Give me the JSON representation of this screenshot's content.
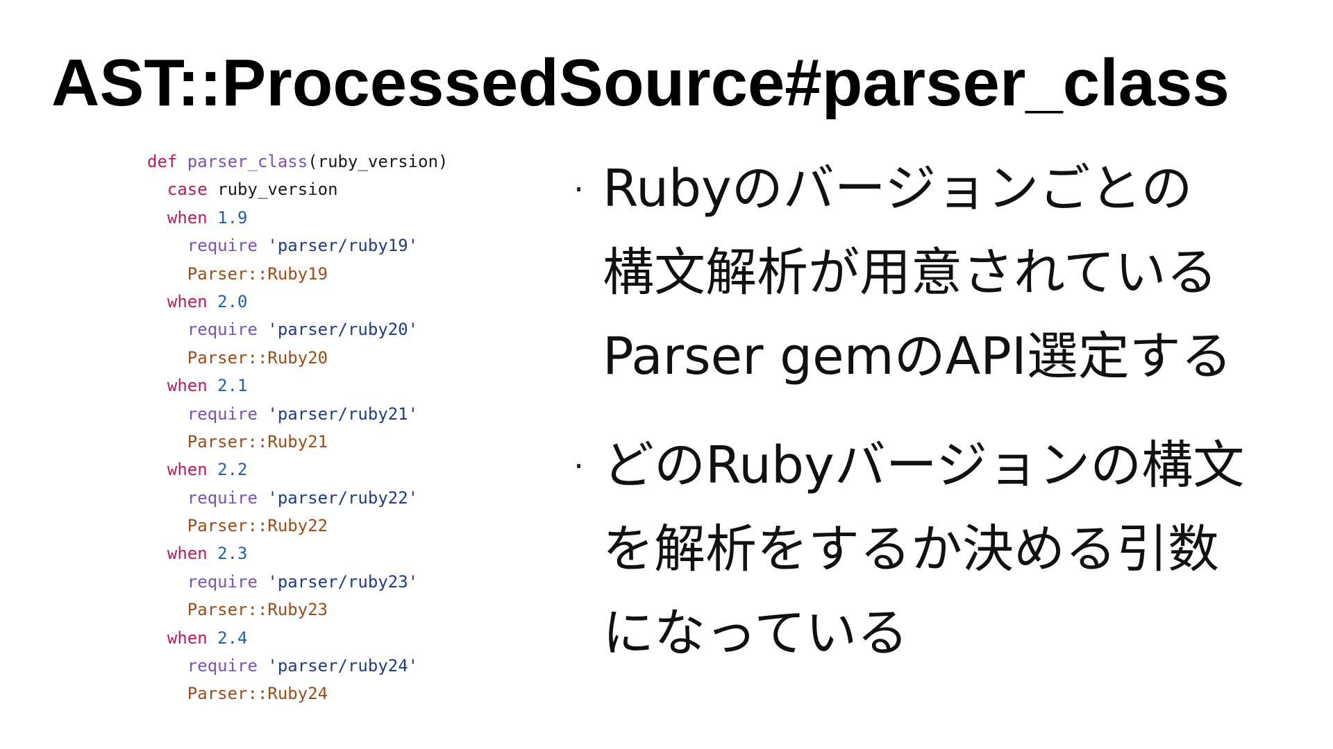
{
  "slide": {
    "title": "AST::ProcessedSource#parser_class",
    "code_lines": [
      {
        "indent": "",
        "tokens": [
          {
            "text": "def ",
            "type": "kw"
          },
          {
            "text": "parser_class",
            "type": "fn"
          },
          {
            "text": "(ruby_version)",
            "type": "plain"
          }
        ]
      },
      {
        "indent": "  ",
        "tokens": [
          {
            "text": "case ",
            "type": "kw"
          },
          {
            "text": "ruby_version",
            "type": "plain"
          }
        ]
      },
      {
        "indent": "  ",
        "tokens": [
          {
            "text": "when ",
            "type": "kw"
          },
          {
            "text": "1.9",
            "type": "num"
          }
        ]
      },
      {
        "indent": "    ",
        "tokens": [
          {
            "text": "require ",
            "type": "call"
          },
          {
            "text": "'parser/ruby19'",
            "type": "str"
          }
        ]
      },
      {
        "indent": "    ",
        "tokens": [
          {
            "text": "Parser::Ruby19",
            "type": "const"
          }
        ]
      },
      {
        "indent": "  ",
        "tokens": [
          {
            "text": "when ",
            "type": "kw"
          },
          {
            "text": "2.0",
            "type": "num"
          }
        ]
      },
      {
        "indent": "    ",
        "tokens": [
          {
            "text": "require ",
            "type": "call"
          },
          {
            "text": "'parser/ruby20'",
            "type": "str"
          }
        ]
      },
      {
        "indent": "    ",
        "tokens": [
          {
            "text": "Parser::Ruby20",
            "type": "const"
          }
        ]
      },
      {
        "indent": "  ",
        "tokens": [
          {
            "text": "when ",
            "type": "kw"
          },
          {
            "text": "2.1",
            "type": "num"
          }
        ]
      },
      {
        "indent": "    ",
        "tokens": [
          {
            "text": "require ",
            "type": "call"
          },
          {
            "text": "'parser/ruby21'",
            "type": "str"
          }
        ]
      },
      {
        "indent": "    ",
        "tokens": [
          {
            "text": "Parser::Ruby21",
            "type": "const"
          }
        ]
      },
      {
        "indent": "  ",
        "tokens": [
          {
            "text": "when ",
            "type": "kw"
          },
          {
            "text": "2.2",
            "type": "num"
          }
        ]
      },
      {
        "indent": "    ",
        "tokens": [
          {
            "text": "require ",
            "type": "call"
          },
          {
            "text": "'parser/ruby22'",
            "type": "str"
          }
        ]
      },
      {
        "indent": "    ",
        "tokens": [
          {
            "text": "Parser::Ruby22",
            "type": "const"
          }
        ]
      },
      {
        "indent": "  ",
        "tokens": [
          {
            "text": "when ",
            "type": "kw"
          },
          {
            "text": "2.3",
            "type": "num"
          }
        ]
      },
      {
        "indent": "    ",
        "tokens": [
          {
            "text": "require ",
            "type": "call"
          },
          {
            "text": "'parser/ruby23'",
            "type": "str"
          }
        ]
      },
      {
        "indent": "    ",
        "tokens": [
          {
            "text": "Parser::Ruby23",
            "type": "const"
          }
        ]
      },
      {
        "indent": "  ",
        "tokens": [
          {
            "text": "when ",
            "type": "kw"
          },
          {
            "text": "2.4",
            "type": "num"
          }
        ]
      },
      {
        "indent": "    ",
        "tokens": [
          {
            "text": "require ",
            "type": "call"
          },
          {
            "text": "'parser/ruby24'",
            "type": "str"
          }
        ]
      },
      {
        "indent": "    ",
        "tokens": [
          {
            "text": "Parser::Ruby24",
            "type": "const"
          }
        ]
      }
    ],
    "bullet_marker": "·",
    "bullets": [
      {
        "lines": [
          "Rubyのバージョンごとの",
          "構文解析が用意されている",
          "Parser gemのAPI選定する"
        ]
      },
      {
        "lines": [
          "どのRubyバージョンの構文",
          "を解析をするか決める引数",
          "になっている"
        ]
      }
    ]
  }
}
